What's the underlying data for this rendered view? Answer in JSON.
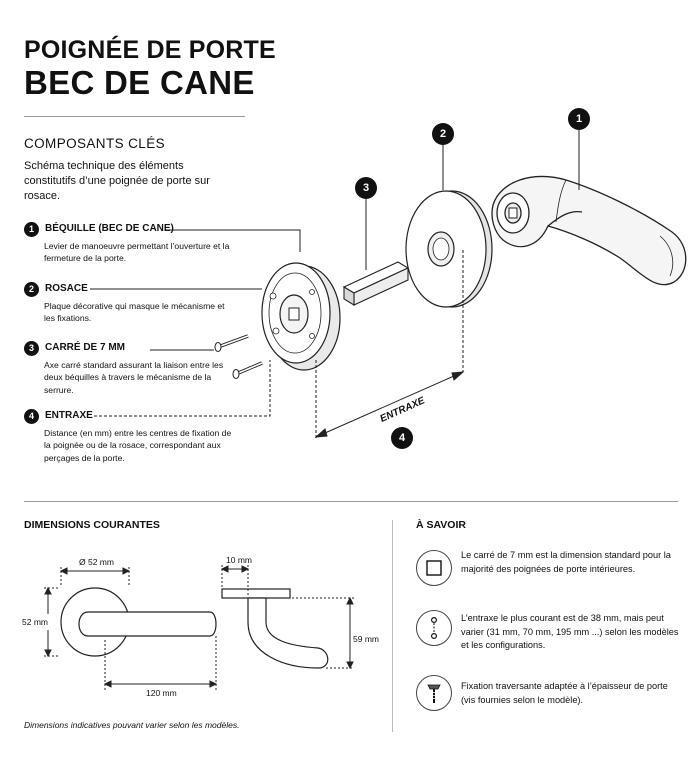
{
  "header": {
    "title_line1": "POIGNÉE DE PORTE",
    "title_line2": "BEC DE CANE"
  },
  "components": {
    "section_title": "COMPOSANTS CLÉS",
    "intro": "Schéma technique des éléments constitutifs d’une poignée de porte sur rosace.",
    "items": [
      {
        "num": "1",
        "title": "BÉQUILLE (BEC DE CANE)",
        "desc": "Levier de manoeuvre permettant l’ouverture et la fermeture de la porte."
      },
      {
        "num": "2",
        "title": "ROSACE",
        "desc": "Plaque décorative qui masque le mécanisme et les fixations."
      },
      {
        "num": "3",
        "title": "CARRÉ DE 7 MM",
        "desc": "Axe carré standard assurant la liaison entre les deux béquilles à travers le mécanisme de la serrure."
      },
      {
        "num": "4",
        "title": "ENTRAXE",
        "desc": "Distance (en mm) entre les centres de fixation de la poignée ou de la rosace, correspondant aux perçages de la porte."
      }
    ]
  },
  "diagram": {
    "callouts": [
      "1",
      "2",
      "3",
      "4"
    ],
    "entraxe_label": "ENTRAXE"
  },
  "dimensions": {
    "title": "DIMENSIONS COURANTES",
    "diameter": "Ø 52 mm",
    "height": "52 mm",
    "length": "120 mm",
    "thickness": "10 mm",
    "projection": "59 mm",
    "note": "Dimensions indicatives pouvant varier selon les modèles."
  },
  "know": {
    "title": "À SAVOIR",
    "items": [
      {
        "icon": "square-icon",
        "text": "Le carré de 7 mm est la dimension standard pour la majorité des poignées de porte intérieures."
      },
      {
        "icon": "entraxe-icon",
        "text": "L’entraxe le plus courant est de 38 mm, mais peut varier (31 mm, 70 mm, 195 mm ...) selon les modèles et les configurations."
      },
      {
        "icon": "screw-icon",
        "text": "Fixation traversante adaptée à l’épaisseur de porte (vis fournies selon le modèle)."
      }
    ]
  }
}
